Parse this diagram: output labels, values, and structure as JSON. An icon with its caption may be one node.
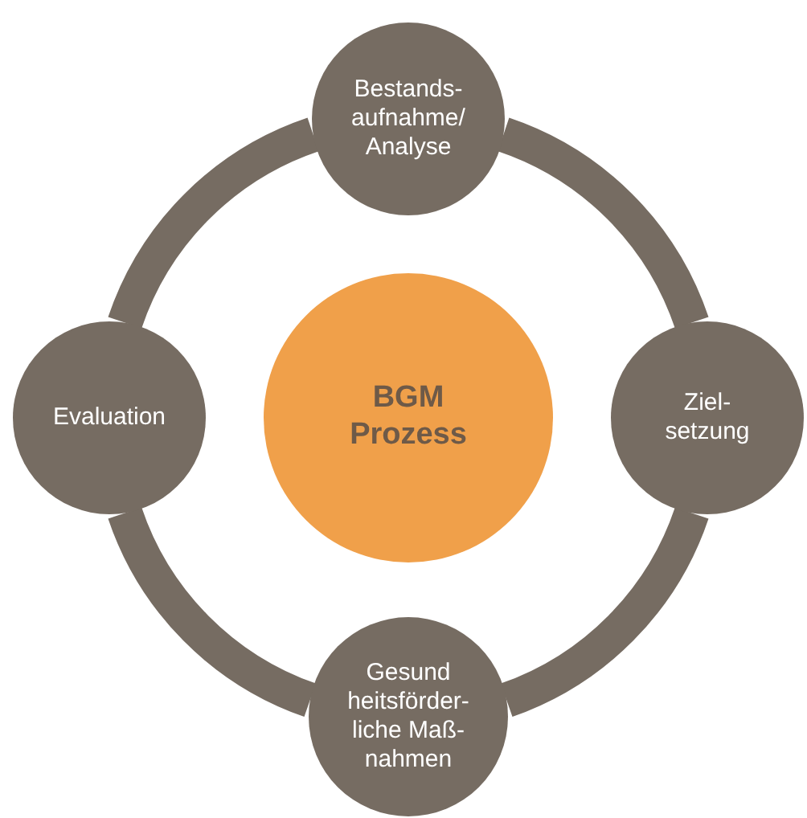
{
  "diagram": {
    "nodes": [
      {
        "text": [
          "Bestands- aufnahme/ Analyse"
        ]
      },
      {
        "text": [
          "Evaluation"
        ]
      },
      {
        "text": [
          "BGM Prozess"
        ]
      },
      {
        "text": [
          "Ziel- setzung"
        ]
      },
      {
        "text": [
          "Gesund heitsförder- liche Maß- nahmen"
        ]
      }
    ],
    "edges": [
      {
        "from": 0,
        "to": 3,
        "arrow": "none"
      },
      {
        "from": 3,
        "to": 4,
        "arrow": "none"
      },
      {
        "from": 4,
        "to": 1,
        "arrow": "none"
      },
      {
        "from": 1,
        "to": 0,
        "arrow": "none"
      }
    ]
  }
}
